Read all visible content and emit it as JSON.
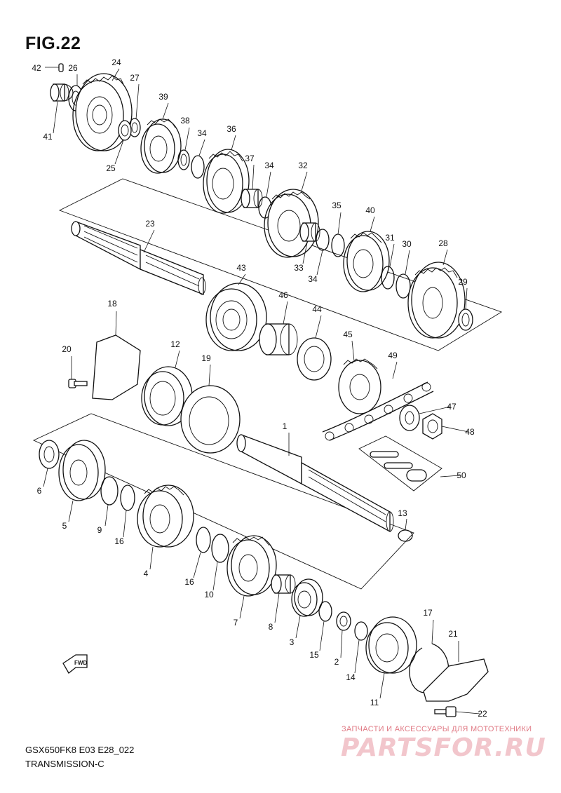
{
  "figure": {
    "title": "FIG.22",
    "code": "GSX650FK8 E03 E28_022",
    "name": "TRANSMISSION-C"
  },
  "watermark": {
    "tagline": "ЗАПЧАСТИ И АКСЕССУАРЫ ДЛЯ МОТОТЕХНИКИ",
    "logo": "PARTSFOR.RU"
  },
  "badge": {
    "fwd": "FWD"
  },
  "parts": [
    {
      "id": "p1",
      "label": "1"
    },
    {
      "id": "p2",
      "label": "2"
    },
    {
      "id": "p3",
      "label": "3"
    },
    {
      "id": "p4",
      "label": "4"
    },
    {
      "id": "p5",
      "label": "5"
    },
    {
      "id": "p6",
      "label": "6"
    },
    {
      "id": "p7",
      "label": "7"
    },
    {
      "id": "p8",
      "label": "8"
    },
    {
      "id": "p9",
      "label": "9"
    },
    {
      "id": "p10",
      "label": "10"
    },
    {
      "id": "p11",
      "label": "11"
    },
    {
      "id": "p12",
      "label": "12"
    },
    {
      "id": "p13",
      "label": "13"
    },
    {
      "id": "p14",
      "label": "14"
    },
    {
      "id": "p15",
      "label": "15"
    },
    {
      "id": "p16a",
      "label": "16"
    },
    {
      "id": "p16b",
      "label": "16"
    },
    {
      "id": "p17",
      "label": "17"
    },
    {
      "id": "p18",
      "label": "18"
    },
    {
      "id": "p19",
      "label": "19"
    },
    {
      "id": "p20",
      "label": "20"
    },
    {
      "id": "p21",
      "label": "21"
    },
    {
      "id": "p22",
      "label": "22"
    },
    {
      "id": "p23",
      "label": "23"
    },
    {
      "id": "p24",
      "label": "24"
    },
    {
      "id": "p25",
      "label": "25"
    },
    {
      "id": "p26",
      "label": "26"
    },
    {
      "id": "p27",
      "label": "27"
    },
    {
      "id": "p28",
      "label": "28"
    },
    {
      "id": "p29",
      "label": "29"
    },
    {
      "id": "p30",
      "label": "30"
    },
    {
      "id": "p31",
      "label": "31"
    },
    {
      "id": "p32",
      "label": "32"
    },
    {
      "id": "p33",
      "label": "33"
    },
    {
      "id": "p34a",
      "label": "34"
    },
    {
      "id": "p34b",
      "label": "34"
    },
    {
      "id": "p34c",
      "label": "34"
    },
    {
      "id": "p35",
      "label": "35"
    },
    {
      "id": "p36",
      "label": "36"
    },
    {
      "id": "p37",
      "label": "37"
    },
    {
      "id": "p38",
      "label": "38"
    },
    {
      "id": "p39",
      "label": "39"
    },
    {
      "id": "p40",
      "label": "40"
    },
    {
      "id": "p41",
      "label": "41"
    },
    {
      "id": "p42",
      "label": "42"
    },
    {
      "id": "p43",
      "label": "43"
    },
    {
      "id": "p44",
      "label": "44"
    },
    {
      "id": "p45",
      "label": "45"
    },
    {
      "id": "p46",
      "label": "46"
    },
    {
      "id": "p47",
      "label": "47"
    },
    {
      "id": "p48",
      "label": "48"
    },
    {
      "id": "p49",
      "label": "49"
    },
    {
      "id": "p50",
      "label": "50"
    }
  ]
}
